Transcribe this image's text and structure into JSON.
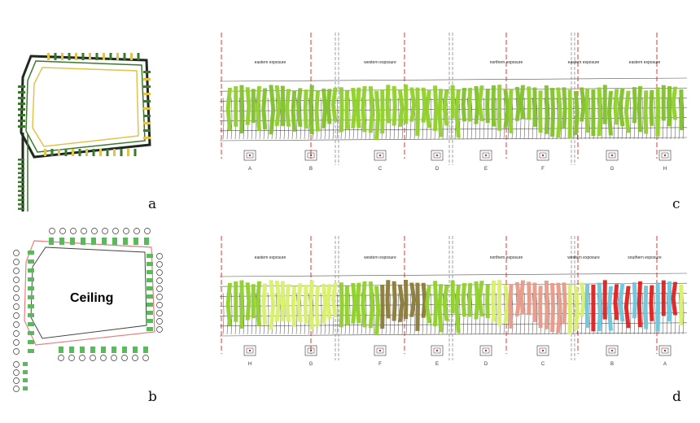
{
  "panels": {
    "a": {
      "label": "a"
    },
    "b": {
      "label": "b",
      "center_text": "Ceiling"
    },
    "c": {
      "label": "c",
      "exposures": [
        "eastern exposure",
        "western exposure",
        "northern exposure",
        "eastern exposure",
        "eastern exposure"
      ],
      "columns": [
        "A",
        "B",
        "C",
        "D",
        "E",
        "F",
        "G",
        "H"
      ]
    },
    "d": {
      "label": "d",
      "exposures": [
        "eastern exposure",
        "western exposure",
        "northern exposure",
        "western exposure",
        "southern exposure"
      ],
      "columns": [
        "H",
        "G",
        "F",
        "E",
        "D",
        "C",
        "B",
        "A"
      ]
    }
  },
  "colors": {
    "frame_dark": "#1f2a1f",
    "frame_green": "#3a7a2a",
    "frame_yellow": "#e0c44a",
    "pink_outline": "#e58080",
    "marker_green": "#5cb85c",
    "lime": "#8fd12a",
    "yellow_green": "#d9f06a",
    "olive": "#8a7a3a",
    "salmon": "#e89a88",
    "red": "#e02020",
    "sky": "#6cc6dc",
    "axis_red": "#d22"
  }
}
